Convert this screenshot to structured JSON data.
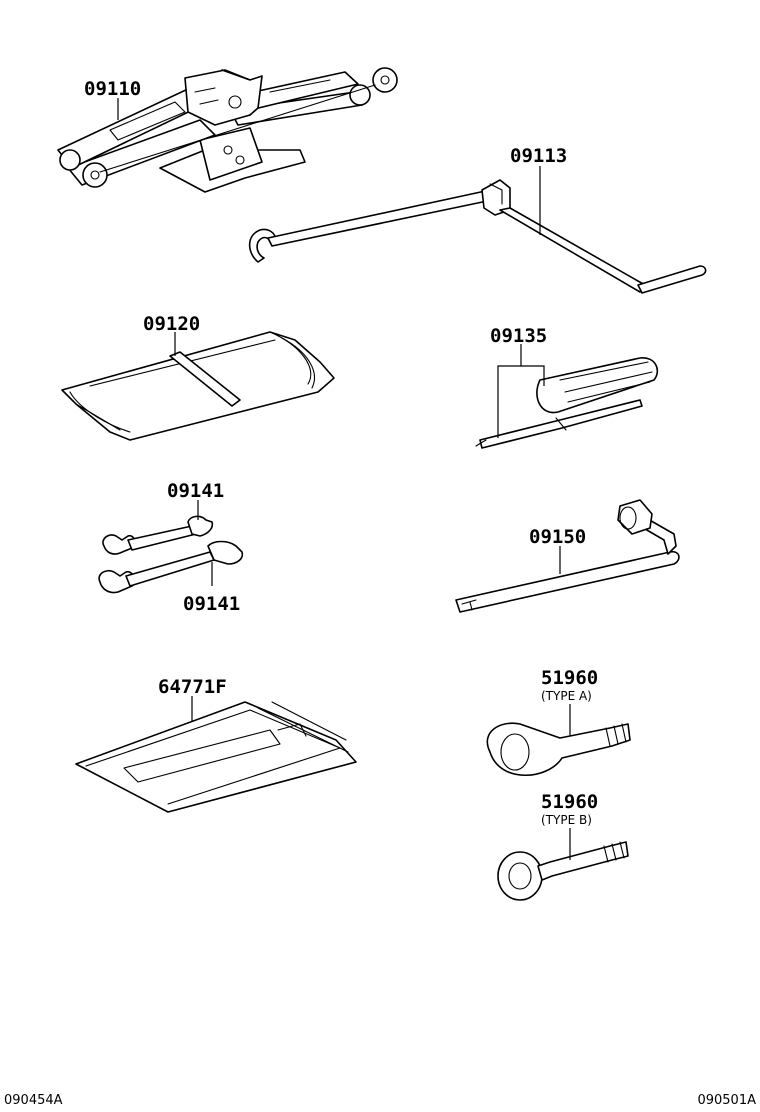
{
  "parts": {
    "jack": {
      "number": "09110"
    },
    "jack_handle": {
      "number": "09113"
    },
    "tool_bag": {
      "number": "09120"
    },
    "screwdriver": {
      "number": "09135"
    },
    "wrench_upper": {
      "number": "09141"
    },
    "wrench_lower": {
      "number": "09141"
    },
    "wheel_nut_wrench": {
      "number": "09150"
    },
    "tool_tray_mat": {
      "number": "64771F"
    },
    "towing_eye_a": {
      "number": "51960",
      "variant": "(TYPE A)"
    },
    "towing_eye_b": {
      "number": "51960",
      "variant": "(TYPE B)"
    }
  },
  "footer": {
    "left_code": "090454A",
    "right_code": "090501A"
  }
}
